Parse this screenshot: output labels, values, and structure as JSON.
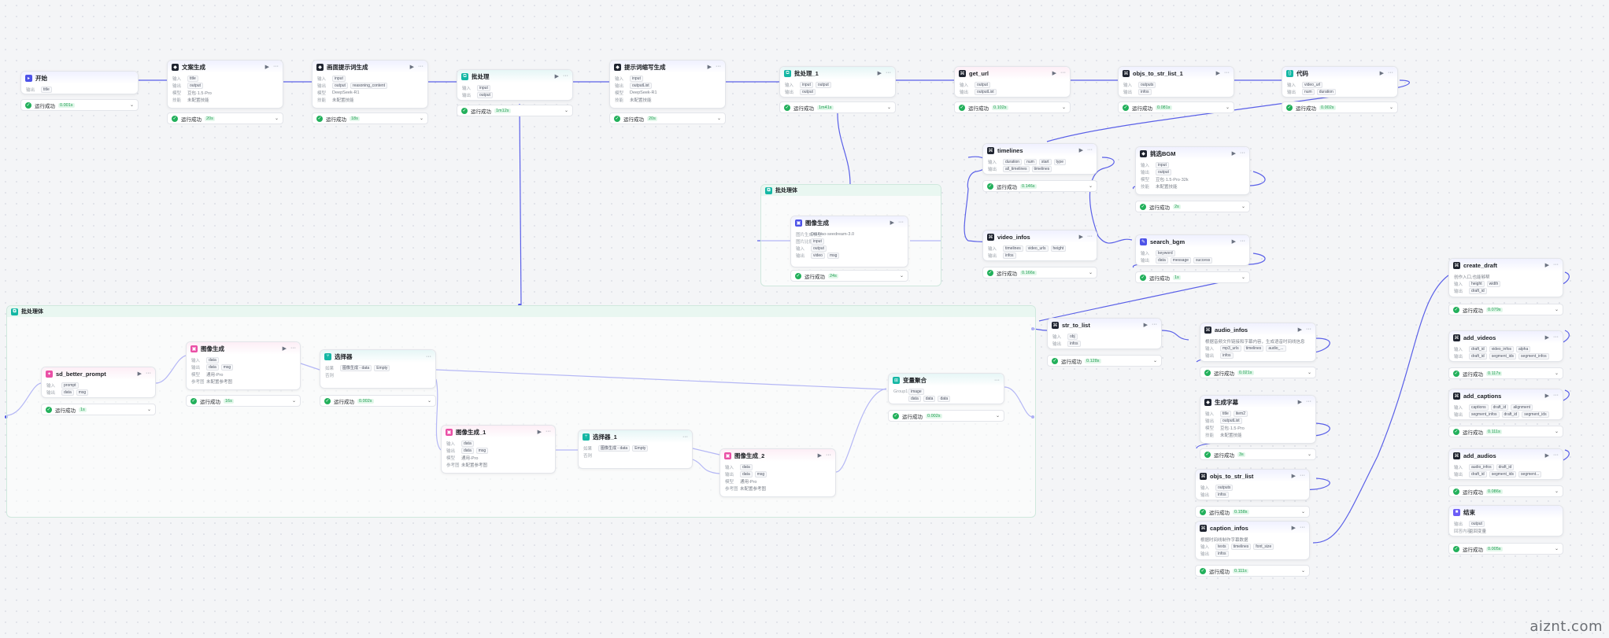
{
  "status_text": "运行成功",
  "nodes": {
    "start": {
      "title": "开始",
      "in_k": "输出",
      "in_tag": "title",
      "dur": "0.001s"
    },
    "copy_gen": {
      "title": "文案生成",
      "r1_k": "输入",
      "r1_tag": "title",
      "r2_k": "输出",
      "r2_tag": "output",
      "r3_k": "模型",
      "r3_val": "豆包·1.5·Pro",
      "r4_k": "技能",
      "r4_val": "未配置技能",
      "dur": "20s"
    },
    "img_prompt_gen": {
      "title": "画面提示词生成",
      "r1_k": "输入",
      "r1_tag": "input",
      "r2_k": "输出",
      "r2_tag": "output",
      "r2_tag2": "reasoning_content",
      "r3_k": "模型",
      "r3_val": "DeepSeek-R1",
      "r4_k": "技能",
      "r4_val": "未配置技能",
      "dur": "18s"
    },
    "batch": {
      "title": "批处理",
      "r1_k": "输入",
      "r1_tag": "input",
      "r2_k": "输出",
      "r2_tag": "output",
      "dur": "1m12s"
    },
    "sys_prompt": {
      "title": "提示词缩写生成",
      "r1_k": "输入",
      "r1_tag": "input",
      "r2_k": "输出",
      "r2_tag": "outputList",
      "r3_k": "模型",
      "r3_val": "DeepSeek-R1",
      "r4_k": "技能",
      "r4_val": "未配置技能",
      "dur": "20s"
    },
    "batch1": {
      "title": "批处理_1",
      "r1_k": "输入",
      "r1_tag": "input",
      "r1_tag2": "output",
      "r2_k": "输出",
      "r2_tag": "output",
      "dur": "1m41s"
    },
    "get_url": {
      "title": "get_url",
      "r1_k": "输入",
      "r1_tag": "output",
      "r2_k": "输出",
      "r2_tag": "outputList",
      "dur": "0.102s"
    },
    "objs_to_str_1": {
      "title": "objs_to_str_list_1",
      "r1_k": "输入",
      "r1_tag": "outputs",
      "r2_k": "输出",
      "r2_tag": "infos",
      "dur": "0.081s"
    },
    "code": {
      "title": "代码",
      "r1_k": "输入",
      "r1_tag": "video_url",
      "r2_k": "输出",
      "r2_tag": "num",
      "r2_tag2": "duration",
      "dur": "0.002s"
    },
    "timelines": {
      "title": "timelines",
      "r1_k": "输入",
      "r1_tag": "duration",
      "r1_tag2": "num",
      "r1_tag3": "start",
      "r1_tag4": "type",
      "r2_k": "输出",
      "r2_tag": "all_timelines",
      "r2_tag2": "timelines",
      "dur": "0.146s"
    },
    "bgm": {
      "title": "挑选BGM",
      "r1_k": "输入",
      "r1_tag": "input",
      "r2_k": "输出",
      "r2_tag": "output",
      "r3_k": "模型",
      "r3_val": "豆包·1.5·Pro·32k",
      "r4_k": "技能",
      "r4_val": "未配置技能",
      "dur": "2s"
    },
    "video_infos": {
      "title": "video_infos",
      "r1_k": "输入",
      "r1_tag": "timelines",
      "r1_tag2": "video_urls",
      "r1_tag3": "height",
      "r2_k": "输出",
      "r2_tag": "infos",
      "dur": "0.166s"
    },
    "search_bgm": {
      "title": "search_bgm",
      "r1_k": "输入",
      "r1_tag": "keyword",
      "r2_k": "输出",
      "r2_tag": "data",
      "r2_tag2": "message",
      "r2_tag3": "success",
      "dur": "1s"
    },
    "img_batch_group": {
      "title": "批处理体"
    },
    "img_gen": {
      "title": "图像生成",
      "r1_k": "图片生成模型",
      "r1_val": "Doubao-seedream-3.0",
      "r2_k": "图片比例",
      "r2_tag": "input",
      "r3_k": "输入",
      "r3_tag": "output",
      "r4_k": "输出",
      "r4_tag": "video",
      "r4_tag2": "msg",
      "dur": "24s"
    },
    "big_group": {
      "title": "批处理体"
    },
    "sd_prompt": {
      "title": "sd_better_prompt",
      "r1_k": "输入",
      "r1_tag": "prompt",
      "r2_k": "输出",
      "r2_tag": "data",
      "r2_tag2": "msg",
      "dur": "1s"
    },
    "img_gen_a": {
      "title": "图像生成",
      "r1_k": "输入",
      "r1_tag": "data",
      "r2_k": "输出",
      "r2_tag": "data",
      "r2_tag2": "msg",
      "r3_k": "模型",
      "r3_val": "通用-Pro",
      "r4_k": "参考图",
      "r4_val": "未配置参考图",
      "dur": "16s"
    },
    "selector": {
      "title": "选择器",
      "r1_k": "如果",
      "r1_tag": "图像生成 - data",
      "r1_tag2": "Empty",
      "r2_k": "否则",
      "dur": "0.002s"
    },
    "img_gen_1": {
      "title": "图像生成_1",
      "r1_k": "输入",
      "r1_tag": "data",
      "r2_k": "输出",
      "r2_tag": "data",
      "r2_tag2": "msg",
      "r3_k": "模型",
      "r3_val": "通用-Pro",
      "r4_k": "参考图",
      "r4_val": "未配置参考图"
    },
    "selector_1": {
      "title": "选择器_1",
      "r1_k": "如果",
      "r1_tag": "图像生成 - data",
      "r1_tag2": "Empty",
      "r2_k": "否则"
    },
    "img_gen_2": {
      "title": "图像生成_2",
      "r1_k": "输入",
      "r1_tag": "data",
      "r2_k": "输出",
      "r2_tag": "data",
      "r2_tag2": "msg",
      "r3_k": "模型",
      "r3_val": "通用-Pro",
      "r4_k": "参考图",
      "r4_val": "未配置参考图"
    },
    "var_agg": {
      "title": "变量聚合",
      "r1_k": "Group1",
      "r1_tag": "image",
      "r2_tag": "data",
      "r2_tag2": "data",
      "r2_tag3": "data",
      "dur": "0.002s"
    },
    "str_to_list": {
      "title": "str_to_list",
      "r1_k": "输入",
      "r1_tag": "obj",
      "r2_k": "输出",
      "r2_tag": "infos",
      "dur": "0.128s"
    },
    "audio_infos": {
      "title": "audio_infos",
      "desc": "根据音频文件链接和字幕内容，生成语音时间线信息",
      "r1_k": "输入",
      "r1_tag": "mp3_urls",
      "r1_tag2": "timelines",
      "r1_tag3": "audio_...",
      "r2_k": "输出",
      "r2_tag": "infos",
      "dur": "0.021s"
    },
    "gen_copy2": {
      "title": "生成字幕",
      "r1_k": "输入",
      "r1_tag": "title",
      "r1_tag2": "item2",
      "r2_k": "输出",
      "r2_tag": "outputList",
      "r3_k": "模型",
      "r3_val": "豆包·1.5·Pro",
      "r4_k": "技能",
      "r4_val": "未配置技能",
      "dur": "3s"
    },
    "objs_to_str": {
      "title": "objs_to_str_list",
      "r1_k": "输入",
      "r1_tag": "outputs",
      "r2_k": "输出",
      "r2_tag": "infos",
      "dur": "0.158s"
    },
    "caption_infos": {
      "title": "caption_infos",
      "desc": "根据时间线制作字幕数据",
      "r1_k": "输入",
      "r1_tag": "texts",
      "r1_tag2": "timelines",
      "r1_tag3": "font_size",
      "r2_k": "输出",
      "r2_tag": "infos",
      "dur": "0.111s"
    },
    "create_draft": {
      "title": "create_draft",
      "desc": "创作入口,也能够帮",
      "r1_k": "输入",
      "r1_tag": "height",
      "r1_tag2": "width",
      "r2_k": "输出",
      "r2_tag": "draft_id",
      "dur": "0.079s"
    },
    "add_videos": {
      "title": "add_videos",
      "r1_k": "输入",
      "r1_tag": "draft_id",
      "r1_tag2": "video_infos",
      "r1_tag3": "alpha",
      "r2_k": "输出",
      "r2_tag": "draft_id",
      "r2_tag2": "segment_ids",
      "r2_tag3": "segment_infos",
      "dur": "0.117s"
    },
    "add_captions": {
      "title": "add_captions",
      "r1_k": "输入",
      "r1_tag": "captions",
      "r1_tag2": "draft_id",
      "r1_tag3": "alignment",
      "r2_k": "输出",
      "r2_tag": "segment_infos",
      "r2_tag2": "draft_id",
      "r2_tag3": "segment_ids",
      "dur": "0.111s"
    },
    "add_audios": {
      "title": "add_audios",
      "r1_k": "输入",
      "r1_tag": "audio_infos",
      "r1_tag2": "draft_id",
      "r2_k": "输出",
      "r2_tag": "draft_id",
      "r2_tag2": "segment_ids",
      "r2_tag3": "segment...",
      "dur": "0.086s"
    },
    "end": {
      "title": "结束",
      "r1_k": "输出",
      "r1_tag": "output",
      "r2_k": "回答内容",
      "r2_val": "返回变量",
      "dur": "0.005s"
    }
  },
  "watermark": "aiznt.com",
  "colors": {
    "edge": "#4d53e8",
    "success": "#22b05b"
  }
}
